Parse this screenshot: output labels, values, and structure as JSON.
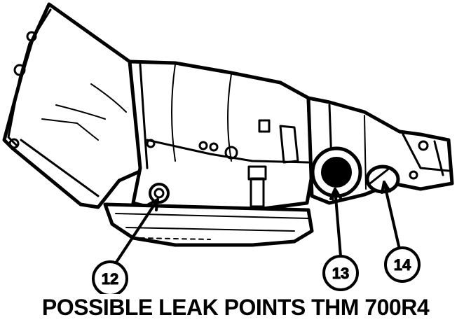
{
  "caption": "POSSIBLE LEAK POINTS THM 700R4",
  "callouts": [
    {
      "id": "12",
      "label": "12"
    },
    {
      "id": "13",
      "label": "13"
    },
    {
      "id": "14",
      "label": "14"
    }
  ],
  "colors": {
    "ink": "#000000",
    "paper": "#ffffff"
  }
}
